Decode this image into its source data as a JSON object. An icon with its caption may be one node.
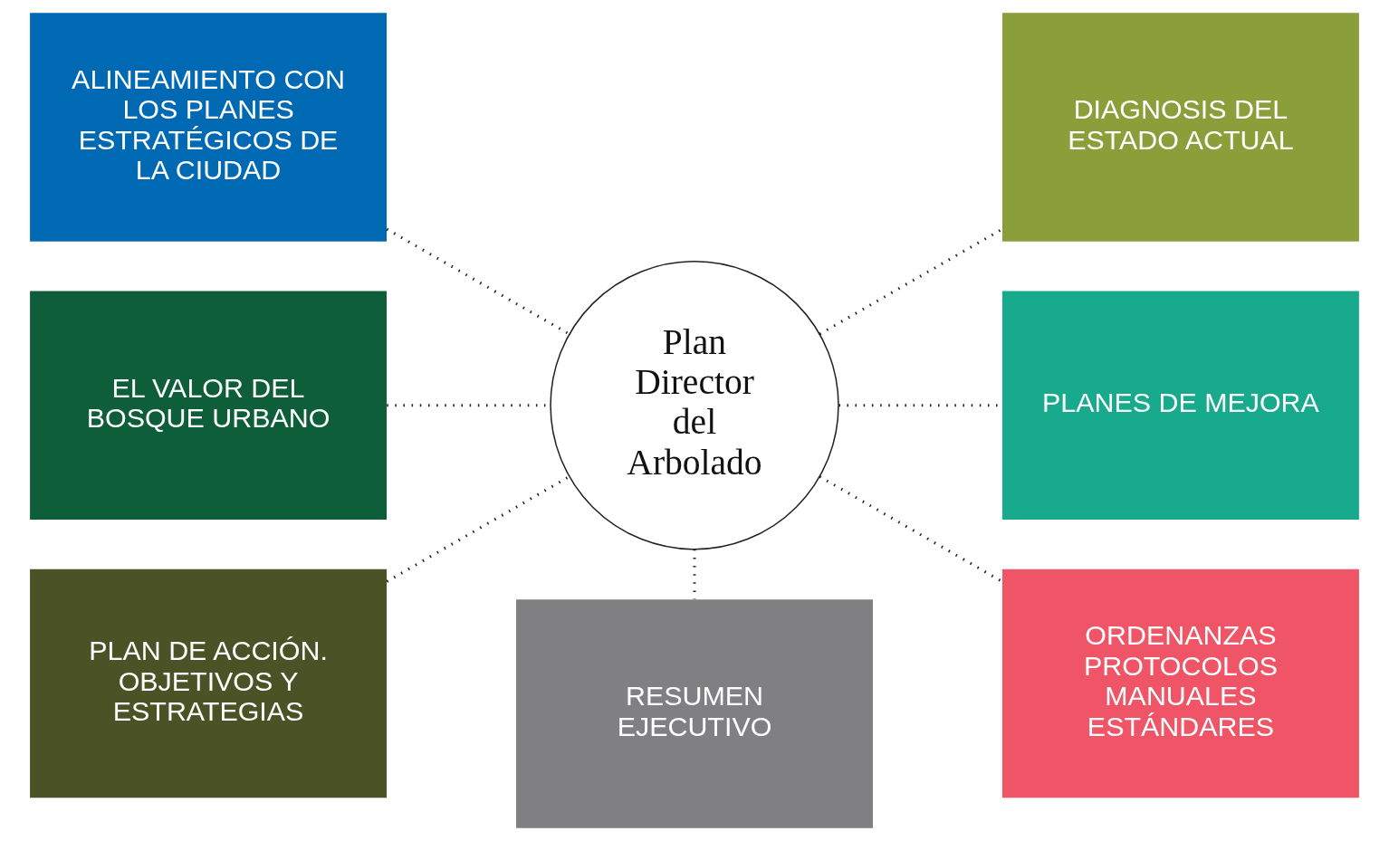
{
  "diagram": {
    "nodes": [
      {
        "text": [
          "Plan Director del Arbolado"
        ]
      },
      {
        "text": [
          "ALINEAMIENTO CON LOS PLANES ESTRATÉGICOS DE LA CIUDAD"
        ]
      },
      {
        "text": [
          "EL VALOR DEL BOSQUE URBANO"
        ]
      },
      {
        "text": [
          "PLAN DE ACCIÓN. OBJETIVOS Y ESTRATEGIAS"
        ]
      },
      {
        "text": [
          "DIAGNOSIS DEL ESTADO ACTUAL"
        ]
      },
      {
        "text": [
          "PLANES DE MEJORA"
        ]
      },
      {
        "text": [
          "ORDENANZAS PROTOCOLOS MANUALES ESTÁNDARES"
        ]
      },
      {
        "text": [
          "RESUMEN EJECUTIVO"
        ]
      }
    ],
    "edges": [
      {
        "from": 1,
        "to": 0,
        "arrow": "none"
      },
      {
        "from": 2,
        "to": 0,
        "arrow": "none"
      },
      {
        "from": 3,
        "to": 0,
        "arrow": "none"
      },
      {
        "from": 0,
        "to": 4,
        "arrow": "none"
      },
      {
        "from": 0,
        "to": 5,
        "arrow": "none"
      },
      {
        "from": 0,
        "to": 6,
        "arrow": "none"
      },
      {
        "from": 0,
        "to": 7,
        "arrow": "none"
      }
    ]
  }
}
